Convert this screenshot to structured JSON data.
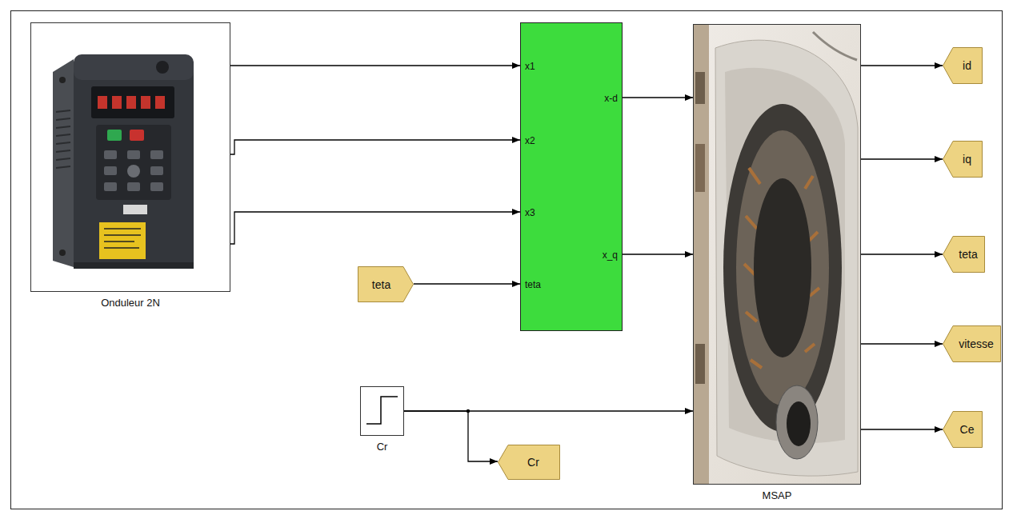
{
  "diagram": {
    "nodes": [
      {
        "text": [
          "Onduleur 2N"
        ]
      },
      {
        "text": [
          "teta"
        ]
      },
      {
        "text": [
          "x1",
          "x2",
          "x3",
          "teta",
          "x-d",
          "x_q"
        ]
      },
      {
        "text": [
          "Cr"
        ]
      },
      {
        "text": [
          "Cr"
        ]
      },
      {
        "text": [
          "MSAP"
        ]
      },
      {
        "text": [
          "id"
        ]
      },
      {
        "text": [
          "iq"
        ]
      },
      {
        "text": [
          "teta"
        ]
      },
      {
        "text": [
          "vitesse"
        ]
      },
      {
        "text": [
          "Ce"
        ]
      }
    ],
    "edges": [
      {
        "from": 0,
        "to": 2,
        "arrow": "to"
      },
      {
        "from": 0,
        "to": 2,
        "arrow": "to"
      },
      {
        "from": 0,
        "to": 2,
        "arrow": "to"
      },
      {
        "from": 1,
        "to": 2,
        "arrow": "to"
      },
      {
        "from": 2,
        "to": 5,
        "arrow": "to"
      },
      {
        "from": 2,
        "to": 5,
        "arrow": "to"
      },
      {
        "from": 3,
        "to": 5,
        "arrow": "to"
      },
      {
        "from": 3,
        "to": 4,
        "arrow": "to"
      },
      {
        "from": 5,
        "to": 6,
        "arrow": "to"
      },
      {
        "from": 5,
        "to": 7,
        "arrow": "to"
      },
      {
        "from": 5,
        "to": 8,
        "arrow": "to"
      },
      {
        "from": 5,
        "to": 9,
        "arrow": "to"
      },
      {
        "from": 5,
        "to": 10,
        "arrow": "to"
      }
    ]
  }
}
